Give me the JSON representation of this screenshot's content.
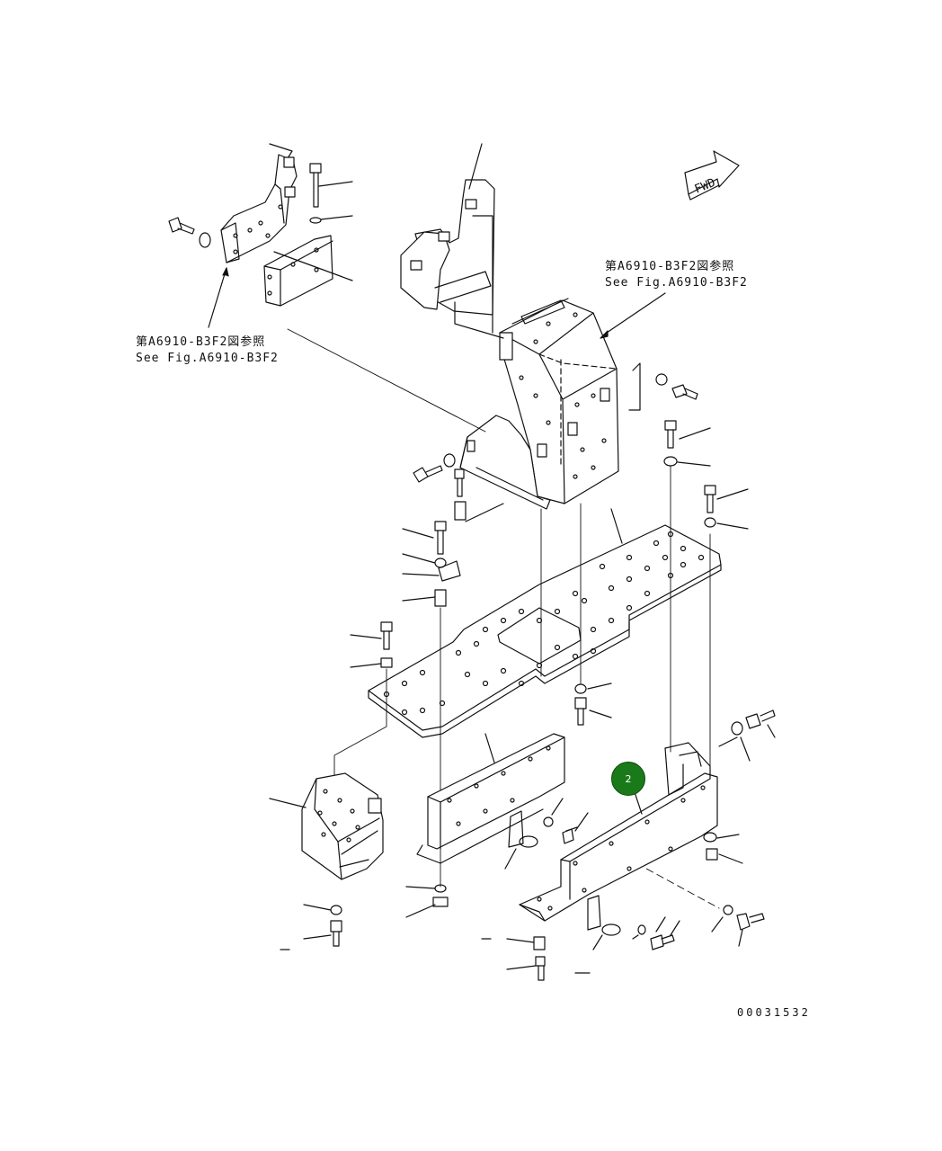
{
  "direction_marker": {
    "text": "FWD"
  },
  "reference_right": {
    "line_jp": "第A6910-B3F2図参照",
    "line_en": "See Fig.A6910-B3F2"
  },
  "reference_left": {
    "line_jp": "第A6910-B3F2図参照",
    "line_en": "See Fig.A6910-B3F2"
  },
  "callouts": [
    {
      "label": "2",
      "color": "#1a7a1a"
    }
  ],
  "drawing_number": "00031532",
  "colors": {
    "line": "#111111",
    "background": "#ffffff",
    "callout": "#1a7a1a"
  }
}
